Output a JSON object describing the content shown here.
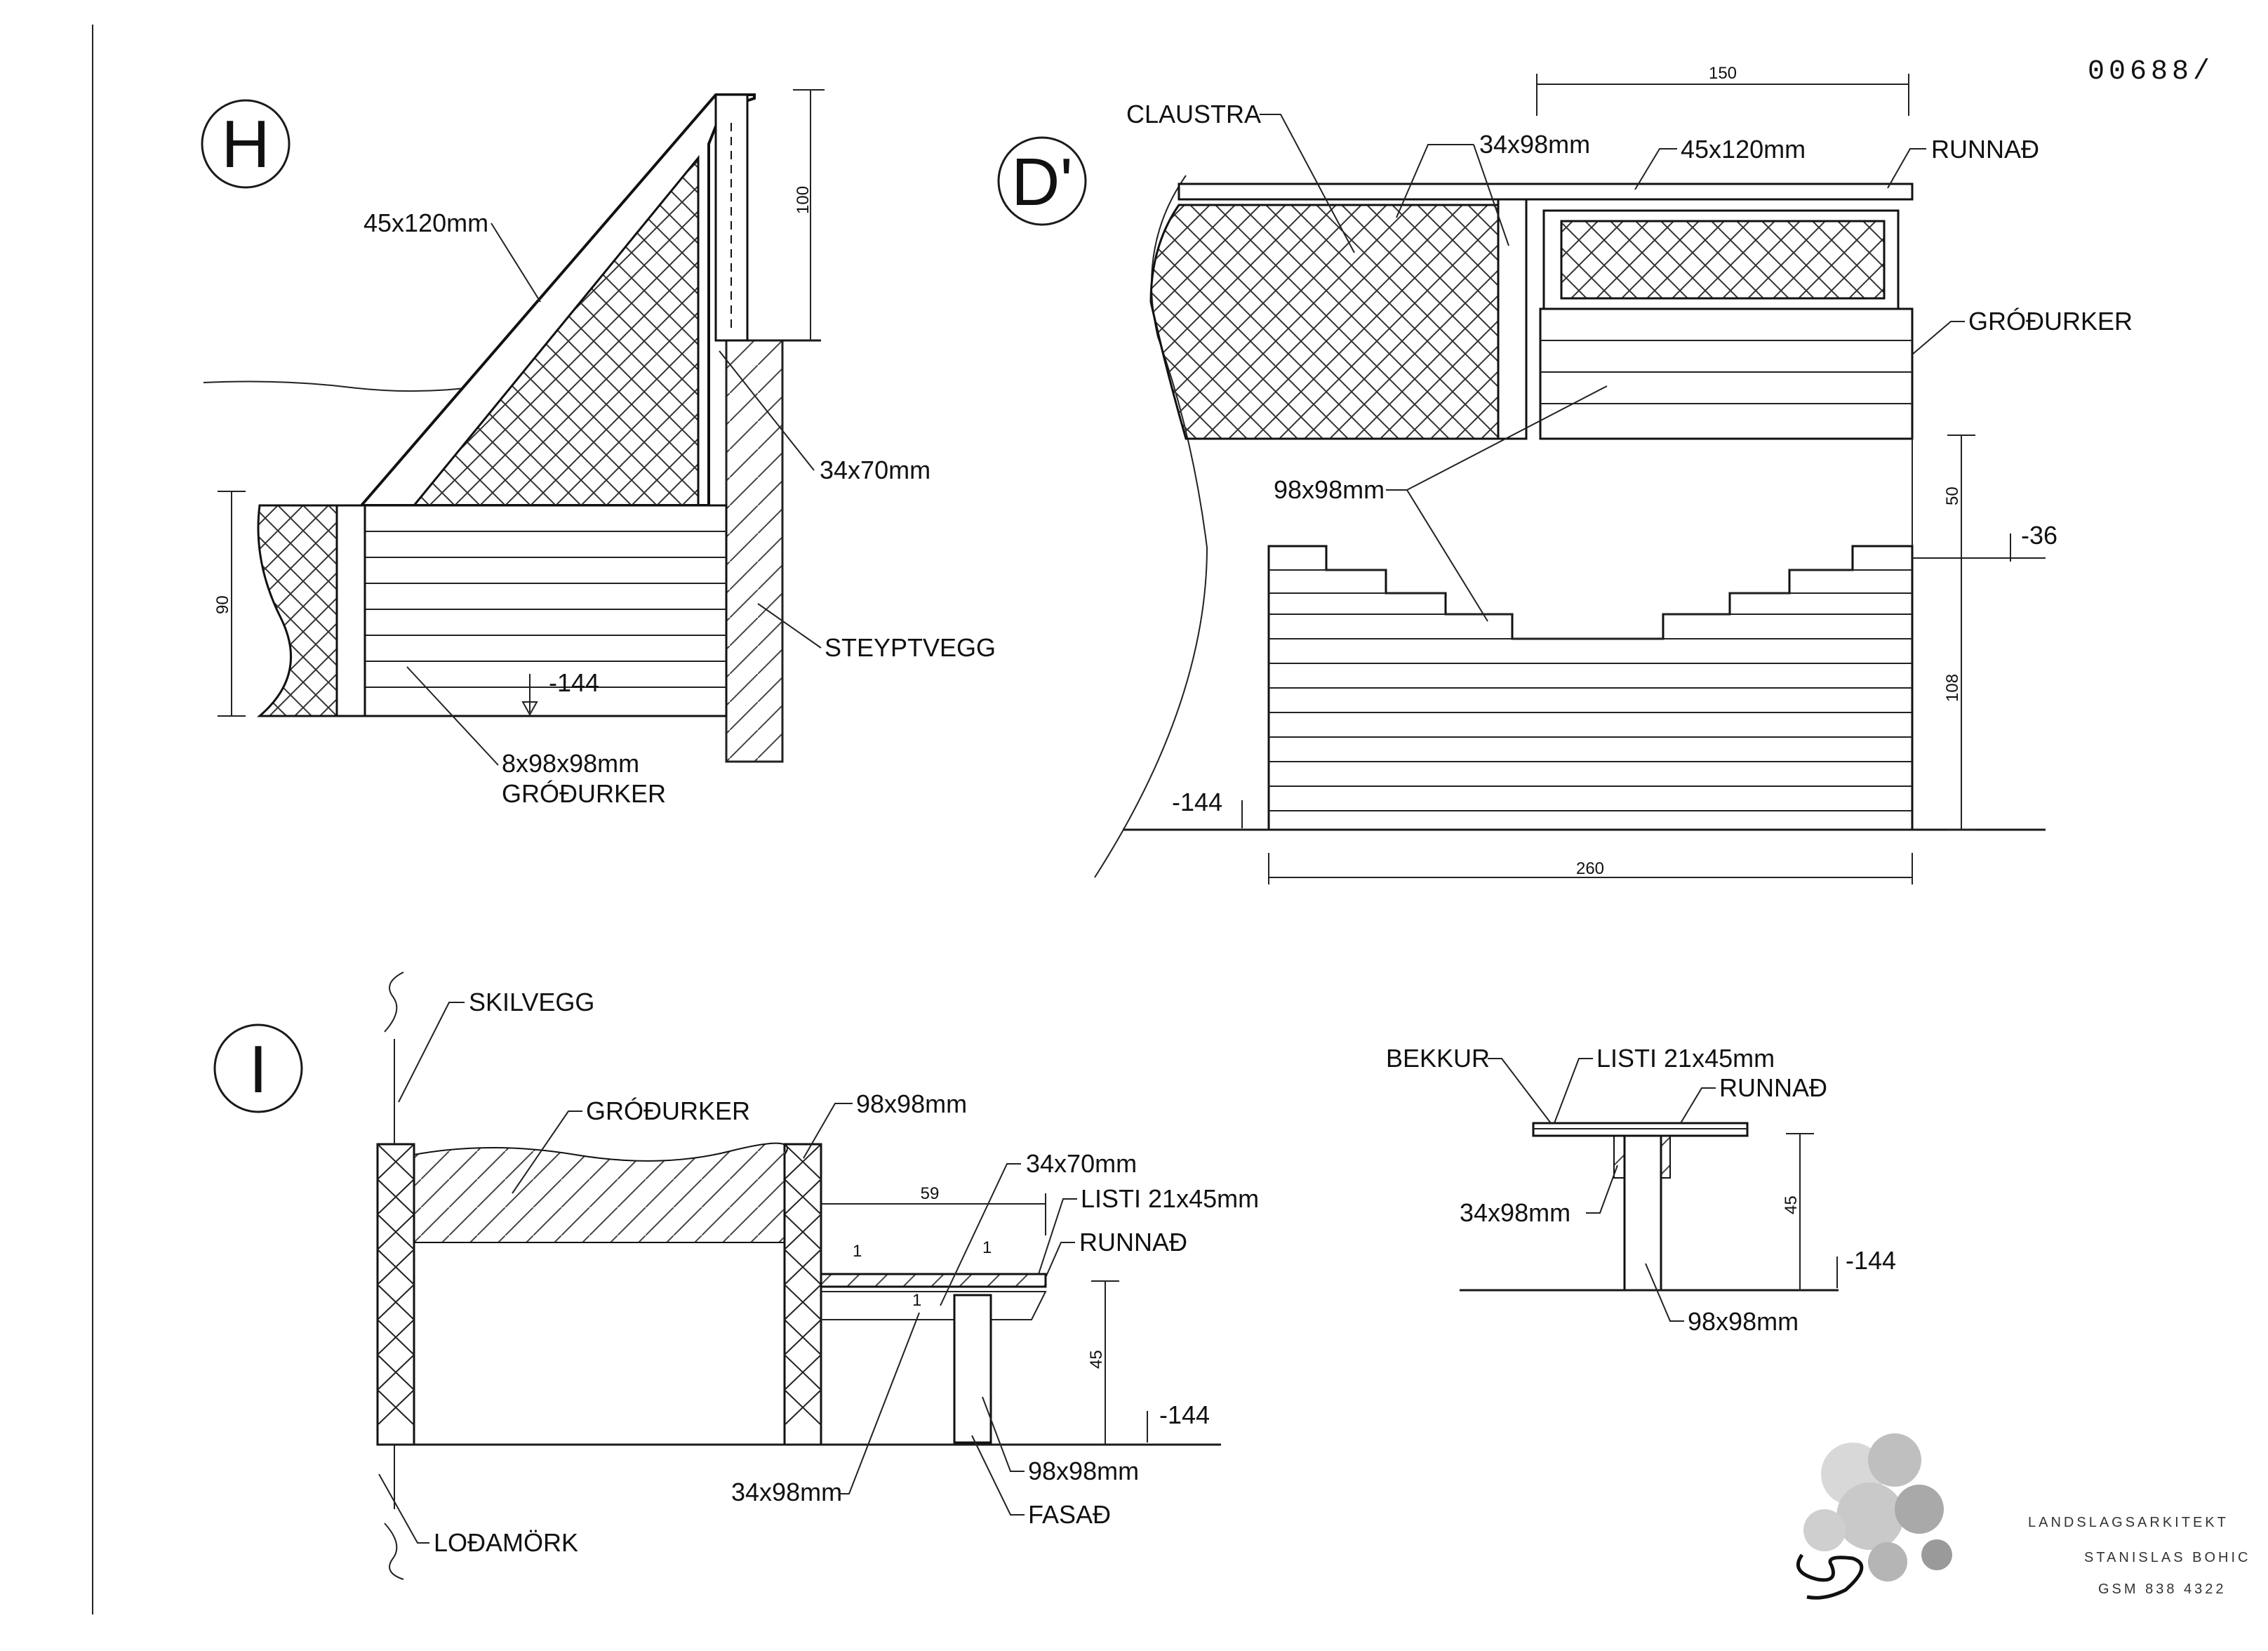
{
  "stamp": "00688/",
  "sections": {
    "h": {
      "marker": "H",
      "labels": {
        "beam": "45x120mm",
        "post": "34x70mm",
        "wall": "STEYPTVEGG",
        "box": "8x98x98mm",
        "box2": "GRÓÐURKER",
        "level": "-144"
      },
      "dims": {
        "height_top": "100",
        "height_left": "90"
      }
    },
    "d": {
      "marker": "D'",
      "labels": {
        "claustra": "CLAUSTRA",
        "rail": "34x98mm",
        "beam": "45x120mm",
        "runnad": "RUNNAÐ",
        "grodurker": "GRÓÐURKER",
        "timber": "98x98mm",
        "level_top": "-36",
        "level_bottom": "-144"
      },
      "dims": {
        "top_width": "150",
        "upper_height": "50",
        "lower_height": "108",
        "bottom_width": "260"
      }
    },
    "i": {
      "marker": "I",
      "labels": {
        "skilvegg": "SKILVEGG",
        "grodurker": "GRÓÐURKER",
        "timber": "98x98mm",
        "post": "34x70mm",
        "listi": "LISTI 21x45mm",
        "runnad": "RUNNAÐ",
        "level": "-144",
        "rail": "34x98mm",
        "leg": "98x98mm",
        "fasad": "FASAÐ",
        "lodamork": "LOÐAMÖRK"
      },
      "dims": {
        "depth": "59",
        "gap_a": "1",
        "gap_b": "1",
        "gap_c": "1",
        "height": "45"
      }
    },
    "bench": {
      "labels": {
        "bekkur": "BEKKUR",
        "listi": "LISTI 21x45mm",
        "runnad": "RUNNAÐ",
        "rail": "34x98mm",
        "leg": "98x98mm",
        "level": "-144"
      },
      "dims": {
        "height": "45"
      }
    }
  },
  "architect": {
    "line1": "LANDSLAGSARKITEKT",
    "line2": "STANISLAS BOHIC",
    "line3": "GSM 838 4322"
  }
}
